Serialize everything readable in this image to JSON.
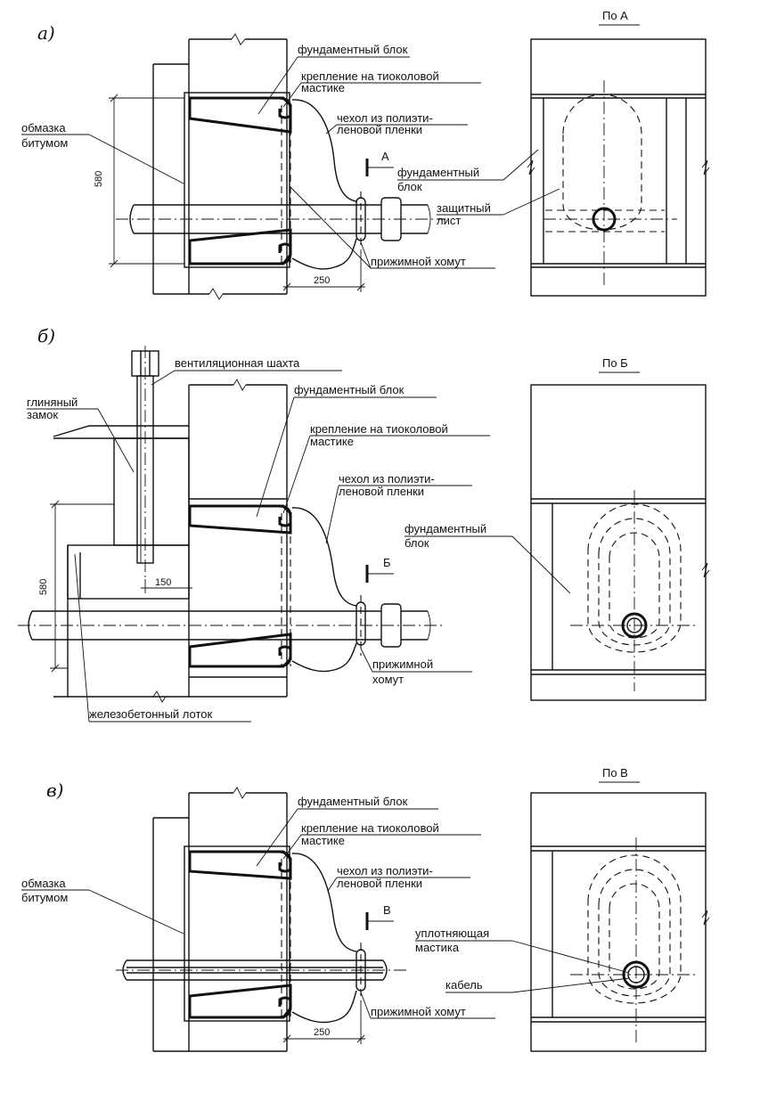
{
  "panel_a": {
    "letter": "а)",
    "view_title": "По А",
    "labels": {
      "foundation_block": "фундаментный блок",
      "thiokol_1": "крепление на тиоколовой",
      "thiokol_2": "мастике",
      "bitumen_1": "обмазка",
      "bitumen_2": "битумом",
      "cover_1": "чехол из полиэти-",
      "cover_2": "леновой пленки",
      "section_mark": "А",
      "found_block_1": "фундаментный",
      "found_block_2": "блок",
      "shield_1": "защитный",
      "shield_2": "лист",
      "clamp": "прижимной хомут"
    },
    "dims": {
      "height": "580",
      "length": "250"
    }
  },
  "panel_b": {
    "letter": "б)",
    "view_title": "По Б",
    "labels": {
      "vent_shaft": "вентиляционная шахта",
      "clay_1": "глиняный",
      "clay_2": "замок",
      "foundation_block": "фундаментный блок",
      "thiokol_1": "крепление на тиоколовой",
      "thiokol_2": "мастике",
      "cover_1": "чехол из полиэти-",
      "cover_2": "леновой пленки",
      "section_mark": "Б",
      "found_block_1": "фундаментный",
      "found_block_2": "блок",
      "clamp_1": "прижимной",
      "clamp_2": "хомут",
      "tray": "железобетонный лоток"
    },
    "dims": {
      "height": "580",
      "length": "150"
    }
  },
  "panel_c": {
    "letter": "в)",
    "view_title": "По В",
    "labels": {
      "foundation_block": "фундаментный блок",
      "thiokol_1": "крепление на тиоколовой",
      "thiokol_2": "мастике",
      "cover_1": "чехол из полиэти-",
      "cover_2": "леновой пленки",
      "bitumen_1": "обмазка",
      "bitumen_2": "битумом",
      "section_mark": "В",
      "sealant_1": "уплотняющая",
      "sealant_2": "мастика",
      "cable": "кабель",
      "clamp": "прижимной хомут"
    },
    "dims": {
      "length": "250"
    }
  }
}
